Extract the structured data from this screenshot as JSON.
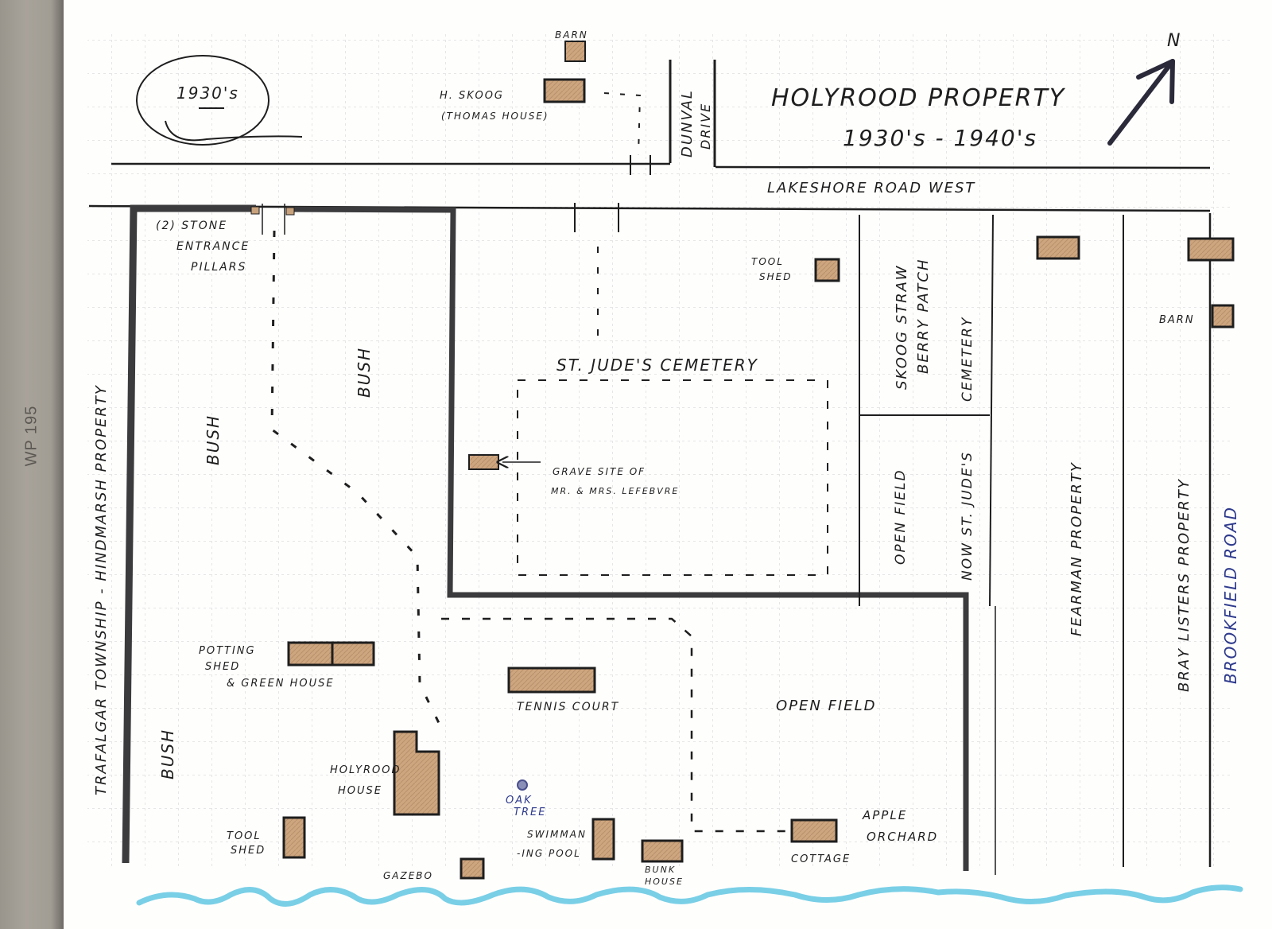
{
  "binder": {
    "label": "WP 195"
  },
  "title": {
    "main": "HOLYROOD PROPERTY",
    "years": "1930's - 1940's"
  },
  "era_badge": {
    "label": "1930's"
  },
  "compass": {
    "label": "N"
  },
  "roads": {
    "lakeshore": "LAKESHORE ROAD WEST",
    "drive": [
      "DUNVAL",
      "DRIVE"
    ],
    "brookfield": "BROOKFIELD ROAD"
  },
  "north_side": {
    "barn": "BARN",
    "house": [
      "H. SKOOG",
      "(THOMAS HOUSE)"
    ]
  },
  "neighbours": {
    "west": "TRAFALGAR TOWNSHIP - HINDMARSH PROPERTY",
    "fearman": "FEARMAN PROPERTY",
    "bray": "BRAY LISTERS PROPERTY",
    "bray_barn": "BARN",
    "skoog_patch": [
      "SKOOG STRAW",
      "BERRY PATCH"
    ],
    "cemetery_strip": "CEMETERY",
    "open_field_strip": "OPEN FIELD",
    "now_st_judes": "NOW ST. JUDE'S"
  },
  "features": {
    "pillars": [
      "(2) STONE",
      "ENTRANCE",
      "PILLARS"
    ],
    "bush_1": "BUSH",
    "bush_2": "BUSH",
    "bush_3": "BUSH",
    "tool_shed_north": [
      "TOOL",
      "SHED"
    ],
    "cemetery": "ST. JUDE'S CEMETERY",
    "grave_site": [
      "GRAVE SITE OF",
      "MR. & MRS. LEFEBVRE"
    ],
    "potting_shed": [
      "POTTING",
      "SHED",
      "& GREEN HOUSE"
    ],
    "tennis_court": "TENNIS COURT",
    "open_field": "OPEN FIELD",
    "holyrood_house": [
      "HOLYROOD",
      "HOUSE"
    ],
    "oak_tree": [
      "OAK",
      "TREE"
    ],
    "tool_sheds_south": [
      "TOOL",
      "SHED"
    ],
    "gazebo": "GAZEBO",
    "swimming_pool": [
      "SWIMMAN",
      "-ING POOL"
    ],
    "bunk_house": [
      "BUNK",
      "HOUSE"
    ],
    "cottage": "COTTAGE",
    "apple_orchard": [
      "APPLE",
      "ORCHARD"
    ]
  },
  "colors": {
    "building_fill": "#c8a27c",
    "ink": "#1e1e1e",
    "boundary": "#3b3a3c",
    "water": "#79cfe6",
    "oak_tree": "#5a5f9c",
    "grid": "#c9c9c9"
  }
}
